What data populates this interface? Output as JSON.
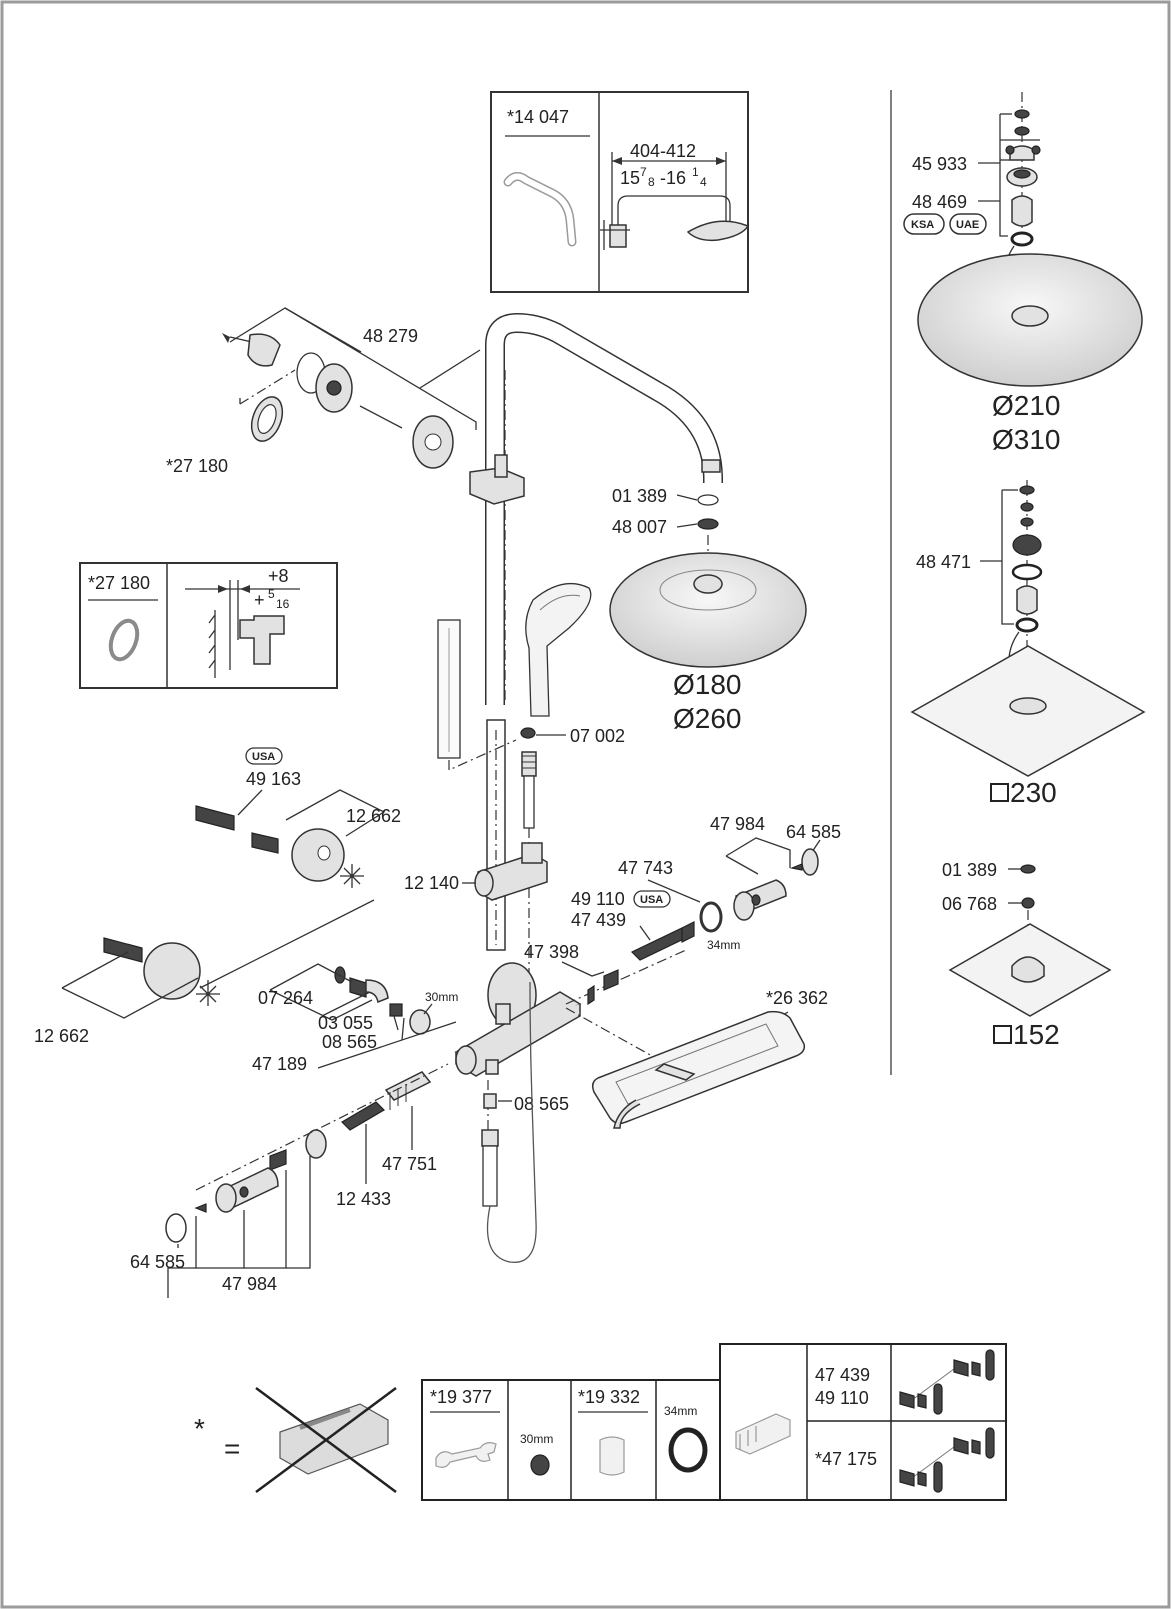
{
  "parts": {
    "p14047": "*14 047",
    "dim_404_412": "404-412",
    "dim_inch_a": "15",
    "dim_inch_a_num": "7",
    "dim_inch_a_den": "8",
    "dim_inch_b": "-16",
    "dim_inch_b_num": "1",
    "dim_inch_b_den": "4",
    "p48279": "48 279",
    "p27180": "*27 180",
    "p27180b": "*27 180",
    "plus8": "+8",
    "plus_inch": "+",
    "plus_inch_num": "5",
    "plus_inch_den": "16",
    "p01389": "01 389",
    "p48007": "48 007",
    "d180": "Ø180",
    "d260": "Ø260",
    "p07002": "07 002",
    "usa1": "USA",
    "p49163": "49 163",
    "p12662a": "12 662",
    "p12140": "12 140",
    "p47984a": "47 984",
    "p64585a": "64 585",
    "p47743": "47 743",
    "p49110": "49 110",
    "usa2": "USA",
    "p47439": "47 439",
    "mm34a": "34mm",
    "p47398": "47 398",
    "mm30a": "30mm",
    "p07264": "07 264",
    "p03055": "03 055",
    "p08565a": "08 565",
    "p47189": "47 189",
    "p12662b": "12 662",
    "p26362": "*26 362",
    "p08565b": "08 565",
    "p47751": "47 751",
    "p12433": "12 433",
    "p64585b": "64 585",
    "p47984b": "47 984",
    "p45933": "45 933",
    "p48469": "48 469",
    "ksa": "KSA",
    "uae": "UAE",
    "d210": "Ø210",
    "d310": "Ø310",
    "p48471": "48 471",
    "sq230": "230",
    "p01389b": "01 389",
    "p06768": "06 768",
    "sq152": "152"
  },
  "legend": {
    "star": "*",
    "equals": "=",
    "p19377": "*19 377",
    "mm30": "30mm",
    "p19332": "*19 332",
    "mm34": "34mm",
    "p47439": "47 439",
    "p49110": "49 110",
    "p47175": "*47 175"
  }
}
